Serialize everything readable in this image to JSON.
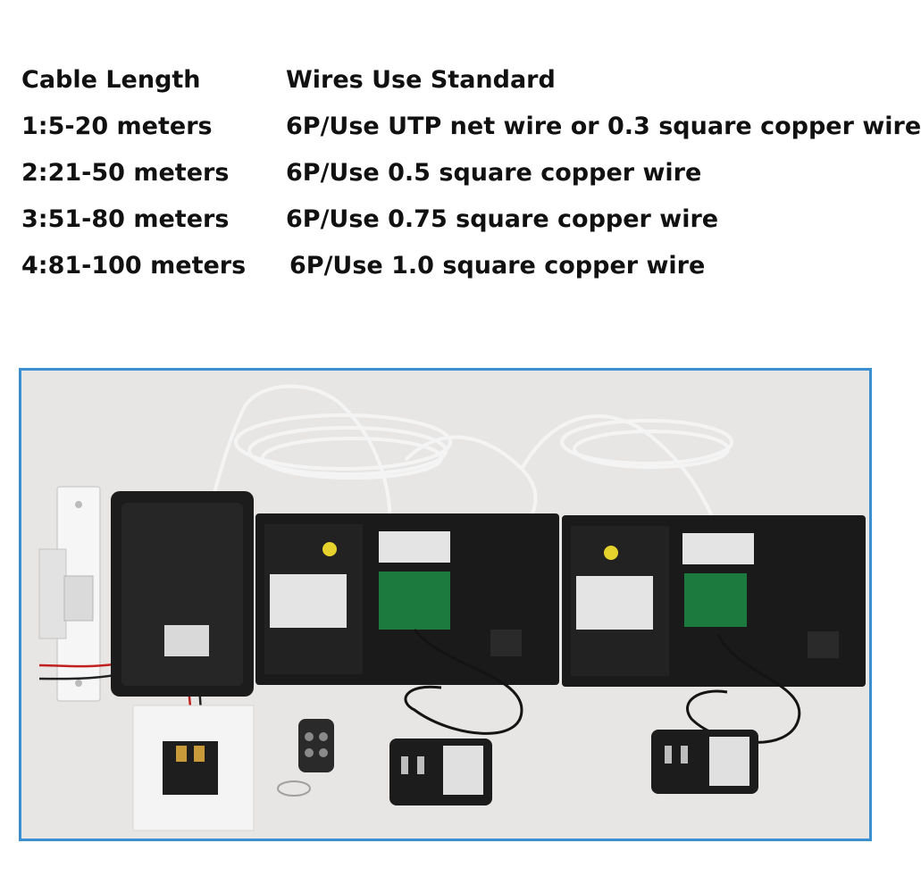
{
  "spec_table": {
    "header": {
      "col1": "Cable Length",
      "col2": "Wires Use Standard"
    },
    "rows": [
      {
        "length": "1:5-20 meters",
        "standard": "6P/Use UTP net wire or 0.3 square copper wire"
      },
      {
        "length": "2:21-50 meters",
        "standard": "6P/Use 0.5 square copper wire"
      },
      {
        "length": "3:51-80 meters",
        "standard": "6P/Use 0.75 square copper wire"
      },
      {
        "length": "4:81-100 meters",
        "standard": "6P/Use 1.0 square copper wire"
      }
    ]
  },
  "photo": {
    "frame_color": "#3a8fd0",
    "background_color": "#e8e6e4",
    "device_color": "#1a1a1a",
    "cable_color": "#f2f2f2",
    "pcb_color": "#1d7a3e",
    "items": [
      "door-strike-lock",
      "outdoor-camera-unit",
      "indoor-monitor-1",
      "indoor-monitor-2",
      "exit-button-panel",
      "remote-key-fob",
      "power-adapter-1",
      "power-adapter-2"
    ]
  }
}
